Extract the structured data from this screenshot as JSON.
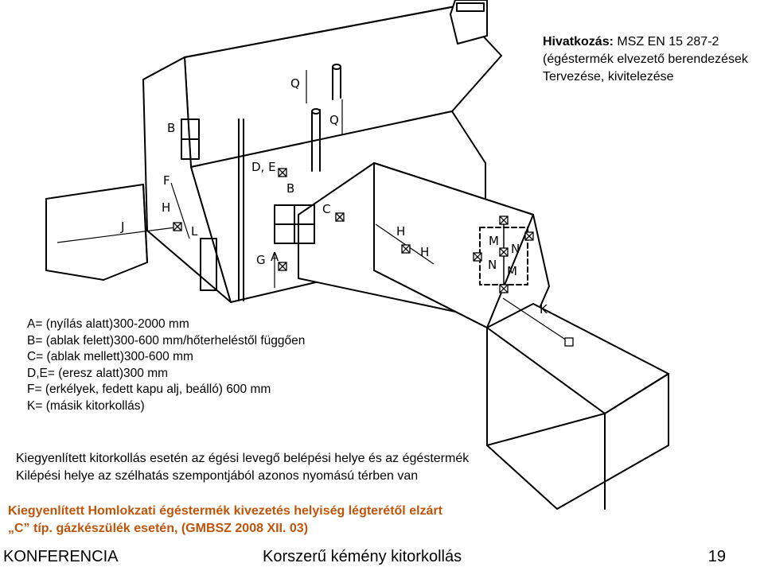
{
  "reference": {
    "label": "Hivatkozás:",
    "standard": " MSZ EN 15 287-2",
    "line2": "(égéstermék elvezető berendezések",
    "line3": "Tervezése, kivitelezése"
  },
  "legend": [
    "A= (nyílás alatt)300-2000 mm",
    "B= (ablak felett)300-600 mm/hőterheléstől függően",
    "C= (ablak mellett)300-600 mm",
    "D,E= (eresz alatt)300 mm",
    "F= (erkélyek, fedett kapu alj, beálló) 600 mm",
    "K= (másik kitorkollás)"
  ],
  "description": {
    "line1": "Kiegyenlített kitorkollás esetén az égési levegő belépési helye és az égéstermék",
    "line2": "Kilépési helye az szélhatás szempontjából azonos nyomású térben van"
  },
  "highlight": {
    "line1": "Kiegyenlített Homlokzati égéstermék kivezetés helyiség légterétől elzárt",
    "line2": "„C” típ. gázkészülék esetén, (GMBSZ 2008 XII. 03)"
  },
  "diagram_labels": {
    "A": "A",
    "B": "B",
    "C": "C",
    "DE": "D, E",
    "F": "F",
    "G": "G",
    "H": "H",
    "J": "J",
    "K": "K",
    "L": "L",
    "M": "M",
    "N": "N",
    "Q": "Q"
  },
  "footer": {
    "left": "KONFERENCIA",
    "center": "Korszerű kémény kitorkollás",
    "page": "19"
  }
}
